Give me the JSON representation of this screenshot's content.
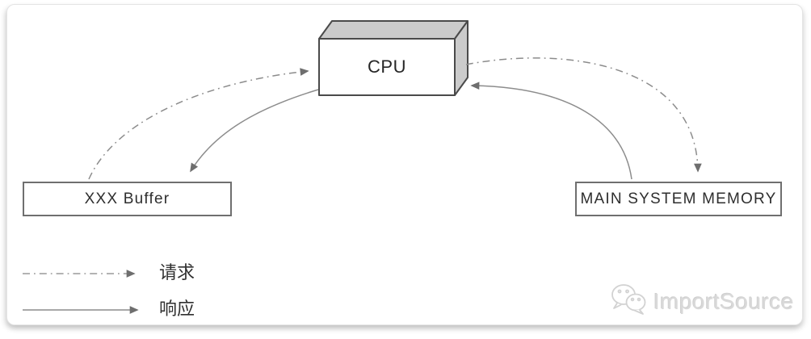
{
  "diagram": {
    "cpu_label": "CPU",
    "buffer_label": "XXX Buffer",
    "memory_label": "MAIN SYSTEM MEMORY",
    "arrows": [
      {
        "name": "request-buffer-to-cpu",
        "style": "dash-dot",
        "from": "XXX Buffer",
        "to": "CPU"
      },
      {
        "name": "response-cpu-to-buffer",
        "style": "solid",
        "from": "CPU",
        "to": "XXX Buffer"
      },
      {
        "name": "request-cpu-to-memory",
        "style": "dash-dot",
        "from": "CPU",
        "to": "MAIN SYSTEM MEMORY"
      },
      {
        "name": "response-memory-to-cpu",
        "style": "solid",
        "from": "MAIN SYSTEM MEMORY",
        "to": "CPU"
      }
    ]
  },
  "legend": {
    "request_label": "请求",
    "request_line_style": "dash-dot",
    "response_label": "响应",
    "response_line_style": "solid"
  },
  "watermark": {
    "icon": "wechat-icon",
    "text": "ImportSource"
  },
  "colors": {
    "card_background": "#ffffff",
    "box_border": "#6f6f6f",
    "cpu_outline": "#4a4a4a",
    "cpu_shade_fill": "#cbcbcb",
    "arrow_line": "#8c8c8c",
    "arrowhead": "#6e6e6e",
    "label_text": "#2e2e2e",
    "watermark_gray": "#d9d9d9"
  }
}
